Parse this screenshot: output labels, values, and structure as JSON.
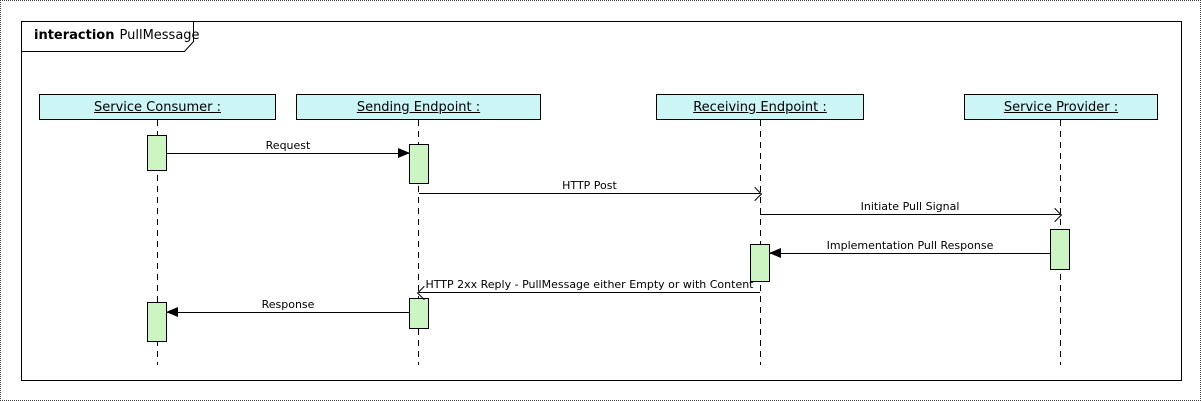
{
  "frame": {
    "keyword": "interaction",
    "name": "PullMessage"
  },
  "lifelines": [
    {
      "label": "Service Consumer :"
    },
    {
      "label": "Sending Endpoint :"
    },
    {
      "label": "Receiving Endpoint :"
    },
    {
      "label": "Service Provider :"
    }
  ],
  "messages": [
    {
      "label": "Request",
      "from": "Service Consumer",
      "to": "Sending Endpoint",
      "arrowhead": "filled"
    },
    {
      "label": "HTTP Post",
      "from": "Sending Endpoint",
      "to": "Receiving Endpoint",
      "arrowhead": "open"
    },
    {
      "label": "Initiate Pull Signal",
      "from": "Receiving Endpoint",
      "to": "Service Provider",
      "arrowhead": "open"
    },
    {
      "label": "Implementation Pull Response",
      "from": "Service Provider",
      "to": "Receiving Endpoint",
      "arrowhead": "filled"
    },
    {
      "label": "HTTP 2xx Reply - PullMessage either Empty or with Content",
      "from": "Receiving Endpoint",
      "to": "Sending Endpoint",
      "arrowhead": "open"
    },
    {
      "label": "Response",
      "from": "Sending Endpoint",
      "to": "Service Consumer",
      "arrowhead": "filled"
    }
  ],
  "colors": {
    "lifeline_header_fill": "#ccf6f6",
    "activation_fill": "#cdf5c3",
    "line": "#000000",
    "background": "#ffffff"
  }
}
